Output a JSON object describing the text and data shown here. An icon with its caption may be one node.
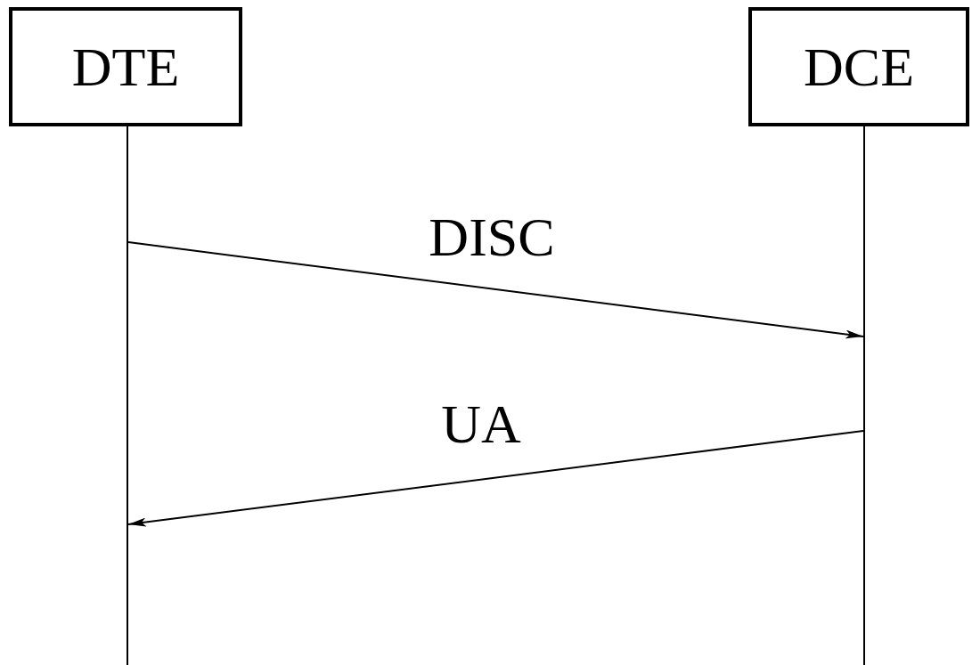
{
  "diagram": {
    "nodes": [
      {
        "text": [
          "DTE"
        ]
      },
      {
        "text": [
          "DCE"
        ]
      },
      {
        "text": [],
        "shape": "bar"
      },
      {
        "text": [],
        "shape": "bar"
      }
    ],
    "edges": [
      {
        "from": 2,
        "to": 3,
        "arrow": "to",
        "label": "DISC"
      },
      {
        "from": 3,
        "to": 2,
        "arrow": "to",
        "label": "UA"
      }
    ]
  }
}
